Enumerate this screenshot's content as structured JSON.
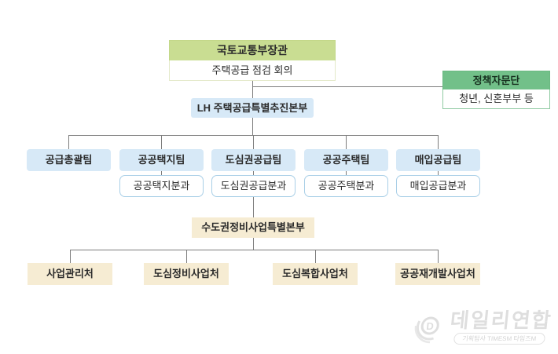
{
  "org": {
    "minister": {
      "title": "국토교통부장관",
      "meeting": "주택공급 점검 회의"
    },
    "advisory": {
      "title": "정책자문단",
      "members": "청년, 신혼부부 등"
    },
    "lh_taskforce": "LH 주택공급특별추진본부",
    "teams": [
      {
        "label": "공급총괄팀"
      },
      {
        "label": "공공택지팀"
      },
      {
        "label": "도심권공급팀"
      },
      {
        "label": "공공주택팀"
      },
      {
        "label": "매입공급팀"
      }
    ],
    "divisions": [
      "공공택지분과",
      "도심권공급분과",
      "공공주택분과",
      "매입공급분과"
    ],
    "metro_hq": "수도권정비사업특별본부",
    "departments": [
      "사업관리처",
      "도심정비사업처",
      "도심복합사업처",
      "공공재개발사업처"
    ]
  },
  "watermark": {
    "brand": "데일리연합",
    "tagline": "기획탐사 TIMESM 타임즈M"
  },
  "colors": {
    "minister_header": "#c9dd92",
    "advisory_header": "#72c089",
    "blue_fill": "#d7e9f7",
    "blue_border": "#a9cfe7",
    "cream_fill": "#f6ecd3",
    "connector_line": "#7d7d7d",
    "watermark_gray": "#dedede"
  }
}
